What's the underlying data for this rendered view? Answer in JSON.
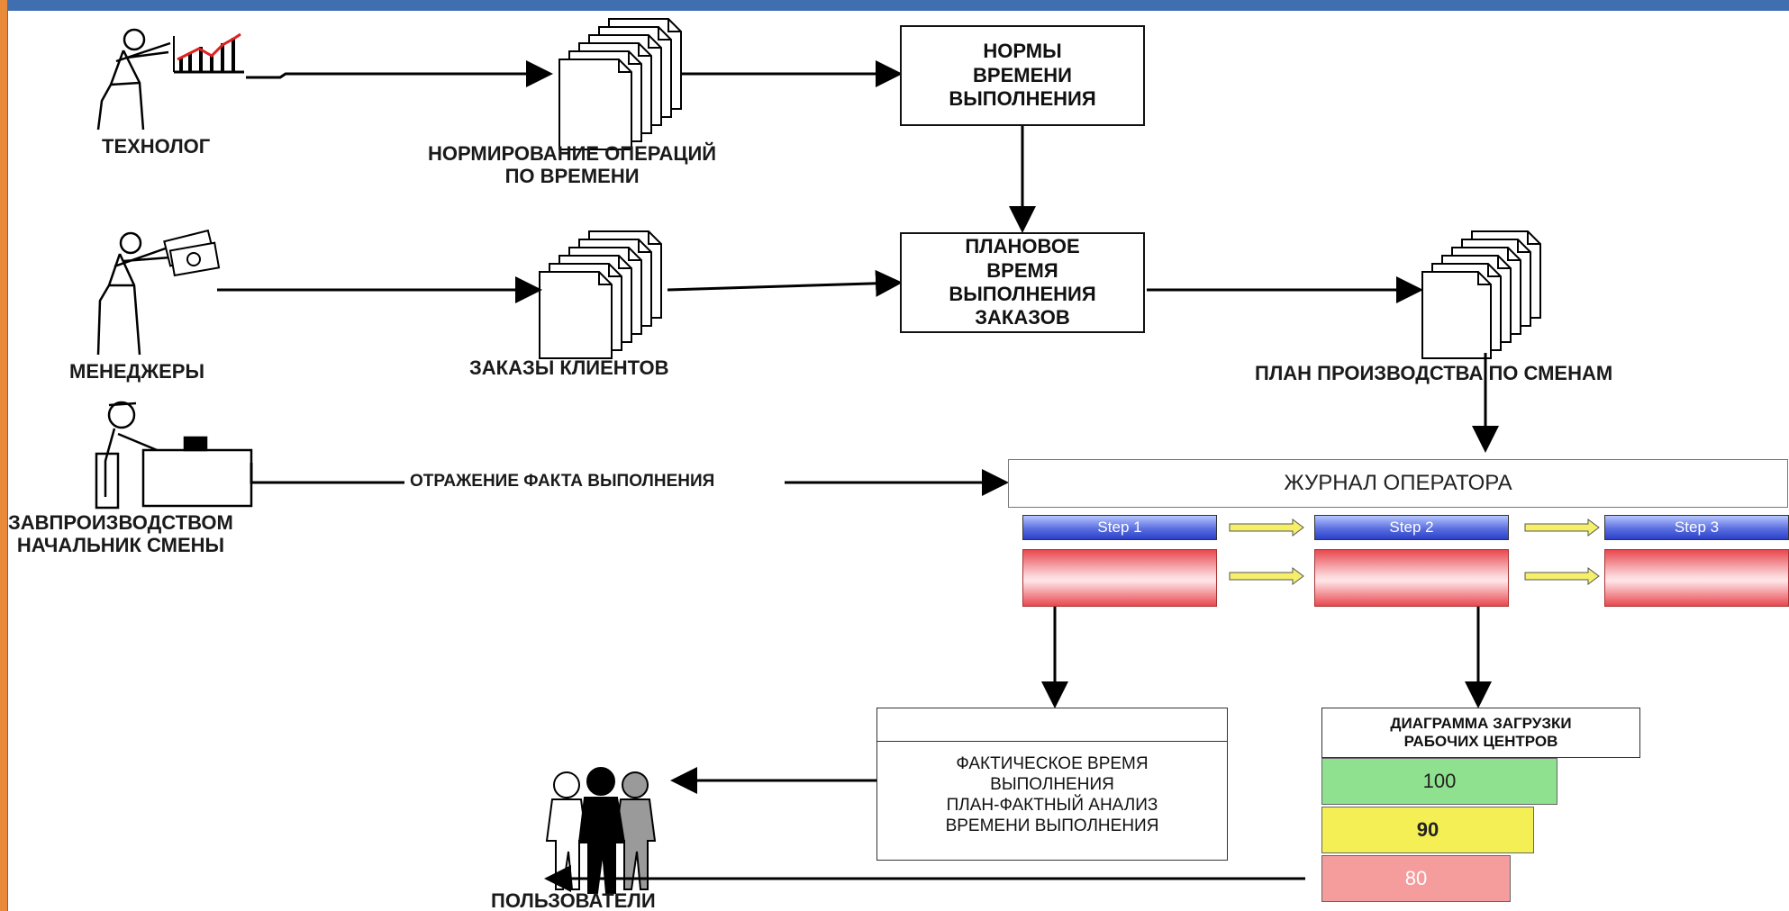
{
  "actors": {
    "technologist": "ТЕХНОЛОГ",
    "managers": "МЕНЕДЖЕРЫ",
    "shift_head_line1": "ЗАВПРОИЗВОДСТВОМ",
    "shift_head_line2": "НАЧАЛЬНИК СМЕНЫ",
    "users": "ПОЛЬЗОВАТЕЛИ"
  },
  "documents": {
    "rationing_line1": "НОРМИРОВАНИЕ ОПЕРАЦИЙ",
    "rationing_line2": "ПО ВРЕМЕНИ",
    "client_orders": "ЗАКАЗЫ КЛИЕНТОВ",
    "shift_plan": "ПЛАН ПРОИЗВОДСТВА ПО СМЕНАМ"
  },
  "boxes": {
    "time_norms": [
      "НОРМЫ",
      "ВРЕМЕНИ",
      "ВЫПОЛНЕНИЯ"
    ],
    "planned_time": [
      "ПЛАНОВОЕ",
      "ВРЕМЯ",
      "ВЫПОЛНЕНИЯ",
      "ЗАКАЗОВ"
    ],
    "operator_log": "ЖУРНАЛ ОПЕРАТОРА",
    "actual_time": [
      "ФАКТИЧЕСКОЕ ВРЕМЯ",
      "ВЫПОЛНЕНИЯ",
      "ПЛАН-ФАКТНЫЙ АНАЛИЗ",
      "ВРЕМЕНИ ВЫПОЛНЕНИЯ"
    ],
    "load_chart": [
      "ДИАГРАММА ЗАГРУЗКИ",
      "РАБОЧИХ ЦЕНТРОВ"
    ]
  },
  "edges": {
    "execution_fact": "ОТРАЖЕНИЕ ФАКТА ВЫПОЛНЕНИЯ"
  },
  "steps": [
    "Step 1",
    "Step 2",
    "Step 3"
  ],
  "load_levels": [
    {
      "value": "100",
      "color": "#8fe08f"
    },
    {
      "value": "90",
      "color": "#f3ef55"
    },
    {
      "value": "80",
      "color": "#f59c9c"
    }
  ]
}
